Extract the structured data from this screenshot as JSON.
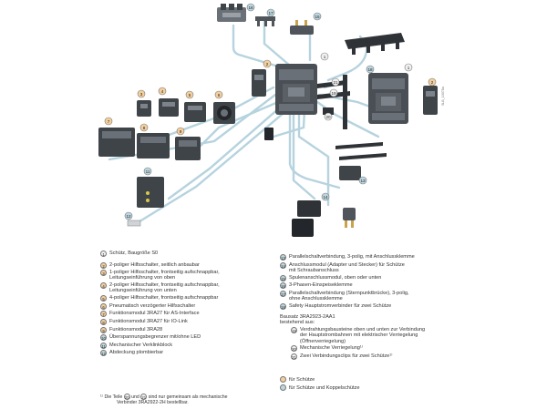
{
  "colors": {
    "orange_callout": "#f3cf9d",
    "blue_line": "#b6d3de",
    "device_dark": "#3f4449",
    "device_mid": "#6a7077"
  },
  "callouts": {
    "c1a": "1",
    "c1b": "1",
    "c2a": "2",
    "c2b": "2",
    "c3": "3",
    "c4": "4",
    "c5": "5",
    "c6": "6",
    "c7": "7",
    "c8": "8",
    "c9": "9",
    "c11": "11",
    "c12": "12",
    "c13": "13",
    "c14": "14",
    "c15": "15",
    "c16": "16",
    "c17": "17",
    "c18": "18",
    "c19": "19",
    "c20": "20",
    "c21": "21"
  },
  "side_code": "SLB_10078a",
  "legend_left": [
    {
      "num": "1",
      "kind": "w",
      "text": "Schütz, Baugröße S0"
    },
    {
      "num": "2",
      "kind": "o",
      "text": "2-poliger Hilfsschalter, seitlich anbaubar"
    },
    {
      "num": "3",
      "kind": "o",
      "text": "1-poliger Hilfsschalter, frontseitig aufschnappbar,\nLeitungseinführung von oben"
    },
    {
      "num": "4",
      "kind": "o",
      "text": "2-poliger Hilfsschalter, frontseitig aufschnappbar,\nLeitungseinführung von unten"
    },
    {
      "num": "5",
      "kind": "o",
      "text": "4-poliger Hilfsschalter, frontseitig aufschnappbar"
    },
    {
      "num": "6",
      "kind": "o",
      "text": "Pneumatisch verzögerter Hilfsschalter"
    },
    {
      "num": "7",
      "kind": "o",
      "text": "Funktionsmodul 3RA27 für AS-Interface"
    },
    {
      "num": "8",
      "kind": "o",
      "text": "Funktionsmodul 3RA27 für IO-Link"
    },
    {
      "num": "9",
      "kind": "o",
      "text": "Funktionsmodul 3RA28"
    },
    {
      "num": "10",
      "kind": "b",
      "text": "Überspannungsbegrenzer mit/ohne LED"
    },
    {
      "num": "11",
      "kind": "b",
      "text": "Mechanischer Verklinkblock"
    },
    {
      "num": "12",
      "kind": "b",
      "text": "Abdeckung plombierbar"
    }
  ],
  "legend_right": [
    {
      "num": "13",
      "kind": "b",
      "text": "Parallelschaltverbindung, 3-polig, mit Anschlussklemme"
    },
    {
      "num": "14",
      "kind": "b",
      "text": "Anschlussmodul (Adapter und Stecker) für Schütze\nmit Schraubanschluss"
    },
    {
      "num": "15",
      "kind": "b",
      "text": "Spulenanschlussmodul, oben oder unten"
    },
    {
      "num": "16",
      "kind": "b",
      "text": "3-Phasen-Einspeiseklemme"
    },
    {
      "num": "17",
      "kind": "b",
      "text": "Parallelschaltverbindung (Sternpunktbrücke), 3-polig,\nohne Anschlussklemme"
    },
    {
      "num": "18",
      "kind": "b",
      "text": "Safety Hauptstromverbinder für zwei Schütze"
    }
  ],
  "bausatz": {
    "title": "Bausatz 3RA2923-2AA1\nbestehend aus:",
    "items": [
      {
        "num": "19",
        "text": "Verdrahtungsbausteine oben und unten zur Verbindung\nder Hauptstrombahnen mit elektrischer Verriegelung\n(Öffnerverriegelung)"
      },
      {
        "num": "20",
        "text": "Mechanische Verriegelung¹⁾"
      },
      {
        "num": "21",
        "text": "Zwei Verbindungsclips für zwei Schütze¹⁾"
      }
    ]
  },
  "color_key": {
    "orange": "für Schütze",
    "blue": "für Schütze und Koppelschütze"
  },
  "footnote": {
    "pre": "¹⁾ Die Teile",
    "a": "20",
    "mid": "und",
    "b": "21",
    "post": "sind nur gemeinsam als mechanische",
    "line2": "Verbinder 3RA2922-2H bestellbar."
  }
}
